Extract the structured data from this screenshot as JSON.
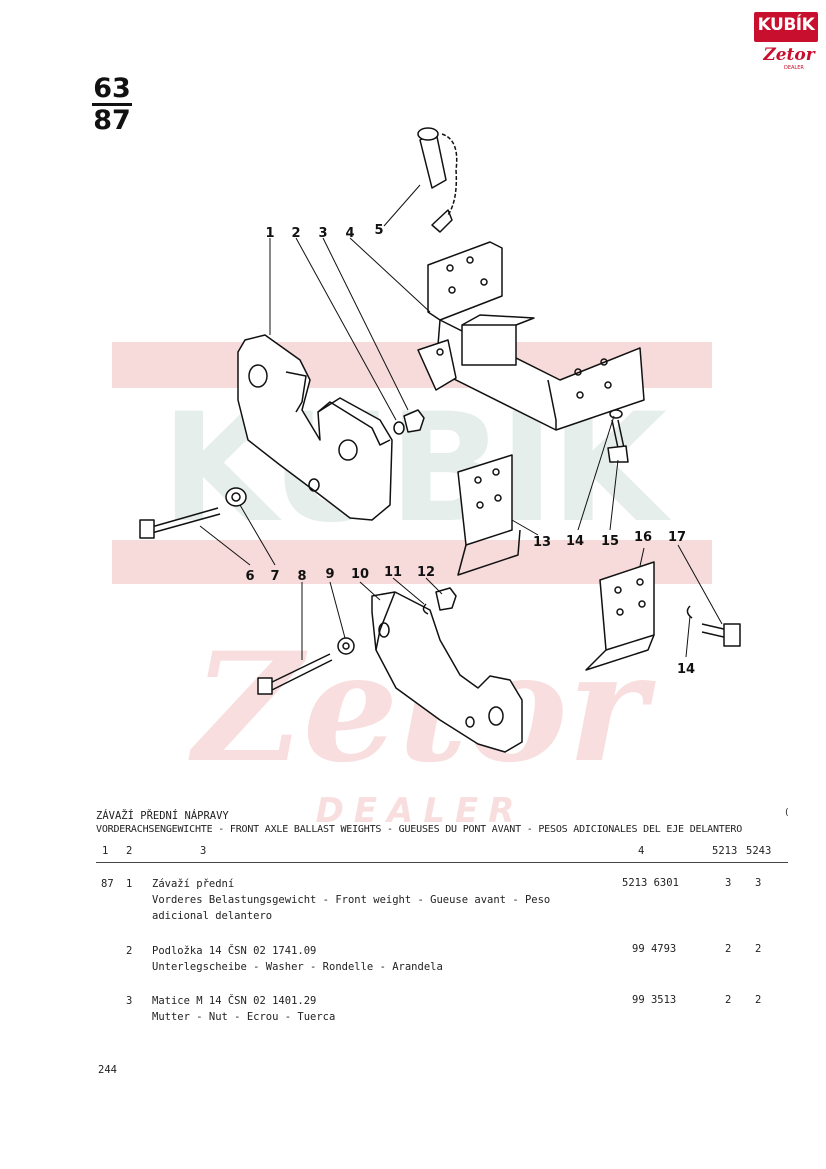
{
  "logo": {
    "brand": "KUBÍK",
    "make": "Zetor",
    "tag": "DEALER"
  },
  "page_ref": {
    "top": "63",
    "bottom": "87"
  },
  "watermark": {
    "brand": "KUBÍK",
    "make": "Zetor",
    "tag": "DEALER"
  },
  "callouts": [
    "1",
    "2",
    "3",
    "4",
    "5",
    "6",
    "7",
    "8",
    "9",
    "10",
    "11",
    "12",
    "13",
    "14",
    "15",
    "16",
    "17",
    "14",
    "14"
  ],
  "table": {
    "title_cz": "ZÁVAŽÍ PŘEDNÍ NÁPRAVY",
    "title_multi": "VORDERACHSENGEWICHTE - FRONT AXLE BALLAST WEIGHTS - GUEUSES DU PONT AVANT - PESOS ADICIONALES DEL EJE DELANTERO",
    "corner_mark": "(",
    "headers": {
      "col1": "1",
      "col2": "2",
      "col3": "3",
      "col4": "4",
      "col5": "5213",
      "col6": "5243"
    },
    "rows": [
      {
        "fig": "87",
        "pos": "1",
        "line1": "Závaží přední",
        "line2": "Vorderes Belastungsgewicht  - Front weight  - Gueuse avant  - Peso",
        "line3": "adicional delantero",
        "part": "5213 6301",
        "q1": "3",
        "q2": "3"
      },
      {
        "fig": "",
        "pos": "2",
        "line1": "Podložka 14 ČSN 02 1741.09",
        "line2": "Unterlegscheibe - Washer - Rondelle - Arandela",
        "line3": "",
        "part": "99 4793",
        "q1": "2",
        "q2": "2"
      },
      {
        "fig": "",
        "pos": "3",
        "line1": "Matice M 14 ČSN 02 1401.29",
        "line2": "Mutter - Nut - Ecrou - Tuerca",
        "line3": "",
        "part": "99 3513",
        "q1": "2",
        "q2": "2"
      }
    ]
  },
  "footer": {
    "page_number": "244"
  },
  "colors": {
    "brand_red": "#c8102e",
    "watermark_red": "#f6d3d3",
    "watermark_grey": "#e4ecea"
  }
}
